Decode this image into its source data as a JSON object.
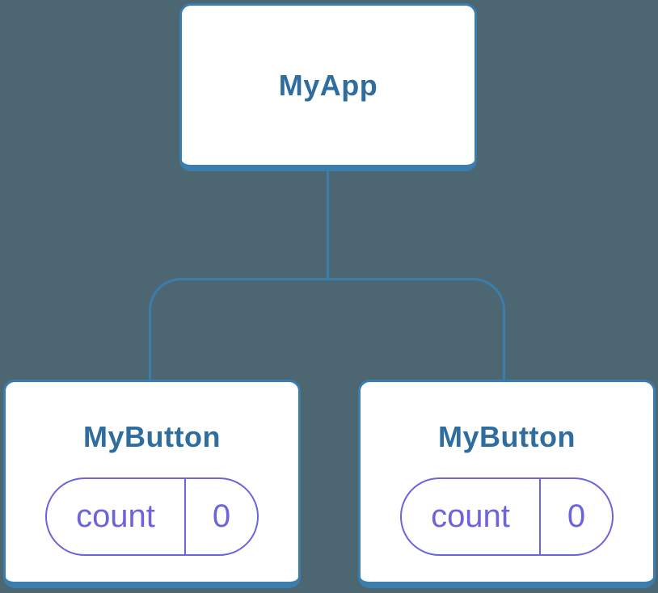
{
  "diagram": {
    "description": "Component tree diagram: parent component with two child components each holding local state",
    "colors": {
      "background": "#4d6772",
      "node_background": "#ffffff",
      "node_border": "#3b7dad",
      "connector": "#3b7dad",
      "title_text": "#2f6d9e",
      "state_pill": "#6b64de"
    },
    "tree": {
      "root": {
        "label": "MyApp"
      },
      "children": [
        {
          "label": "MyButton",
          "state": {
            "key": "count",
            "value": "0"
          }
        },
        {
          "label": "MyButton",
          "state": {
            "key": "count",
            "value": "0"
          }
        }
      ]
    }
  }
}
